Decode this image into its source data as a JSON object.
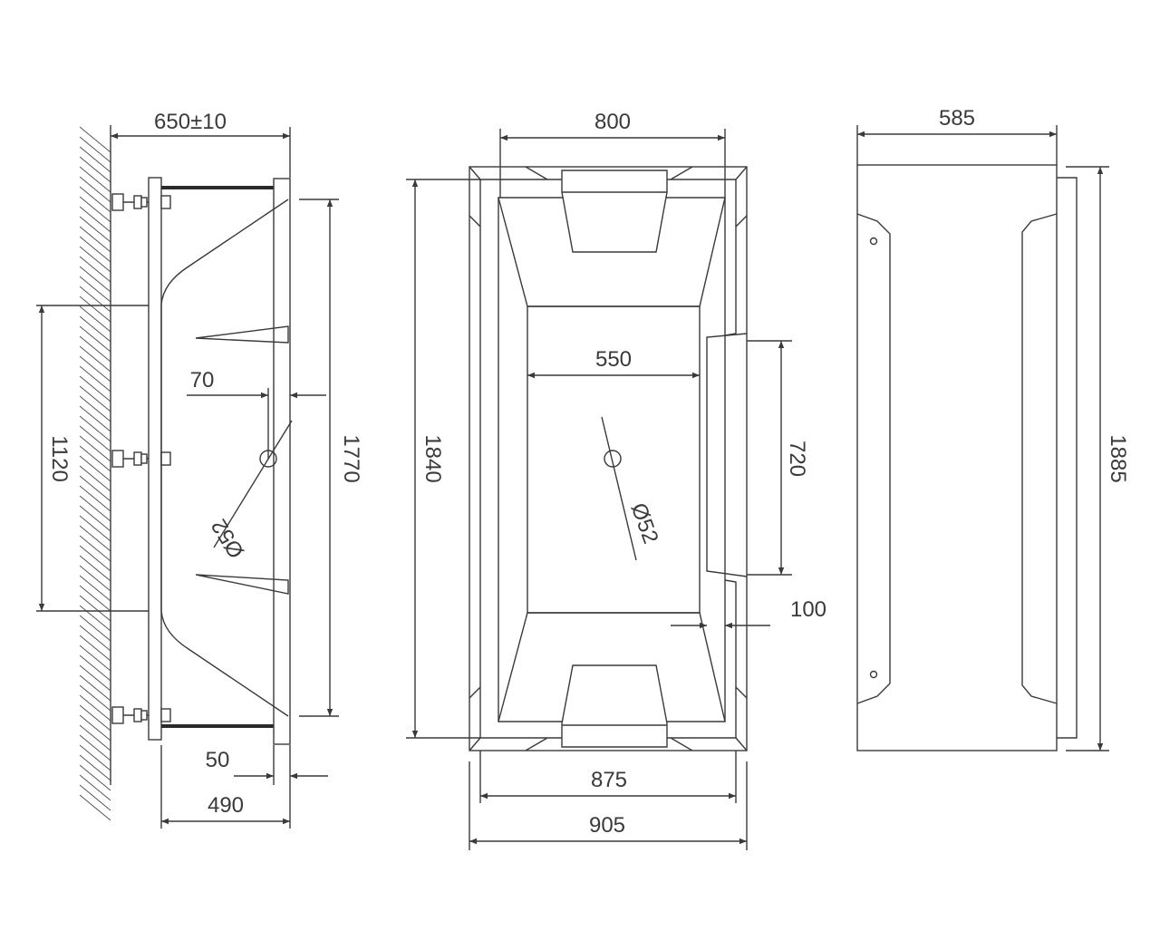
{
  "dimensions": {
    "side_depth": "650±10",
    "side_height_inner": "1770",
    "side_mount_spacing": "1120",
    "side_drain_offset": "70",
    "side_drain_dia": "Ø52",
    "side_lip": "50",
    "side_base": "490",
    "top_inner_top_width": "800",
    "top_floor_width": "550",
    "top_length": "1840",
    "top_drain_dia": "Ø52",
    "top_cutout_length": "720",
    "top_cutout_depth": "100",
    "top_inner_width": "875",
    "top_outer_width": "905",
    "end_width": "585",
    "end_length": "1885"
  },
  "colors": {
    "line": "#3a3a3a",
    "background": "#ffffff"
  }
}
